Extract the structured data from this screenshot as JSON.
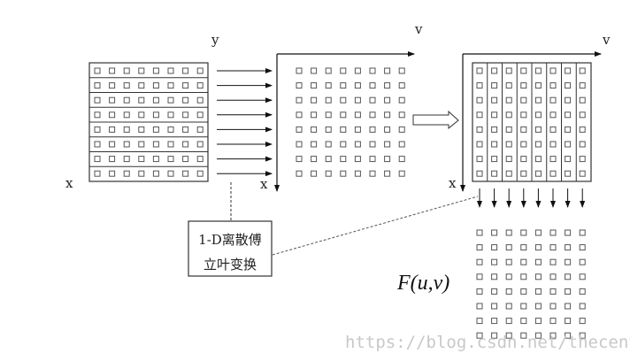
{
  "labels": {
    "left_y": "y",
    "left_x": "x",
    "mid_v": "v",
    "mid_x": "x",
    "right_v": "v",
    "right_x": "x"
  },
  "transform_box": {
    "line1": "1-D离散傅",
    "line2": "立叶变换"
  },
  "result_label": "F(u,v)",
  "watermark": "https://blog.csdn.net/thecentry",
  "grid_size": 8,
  "colors": {
    "line": "#222222",
    "square": "#555555",
    "watermark": "#c8c8c8"
  }
}
